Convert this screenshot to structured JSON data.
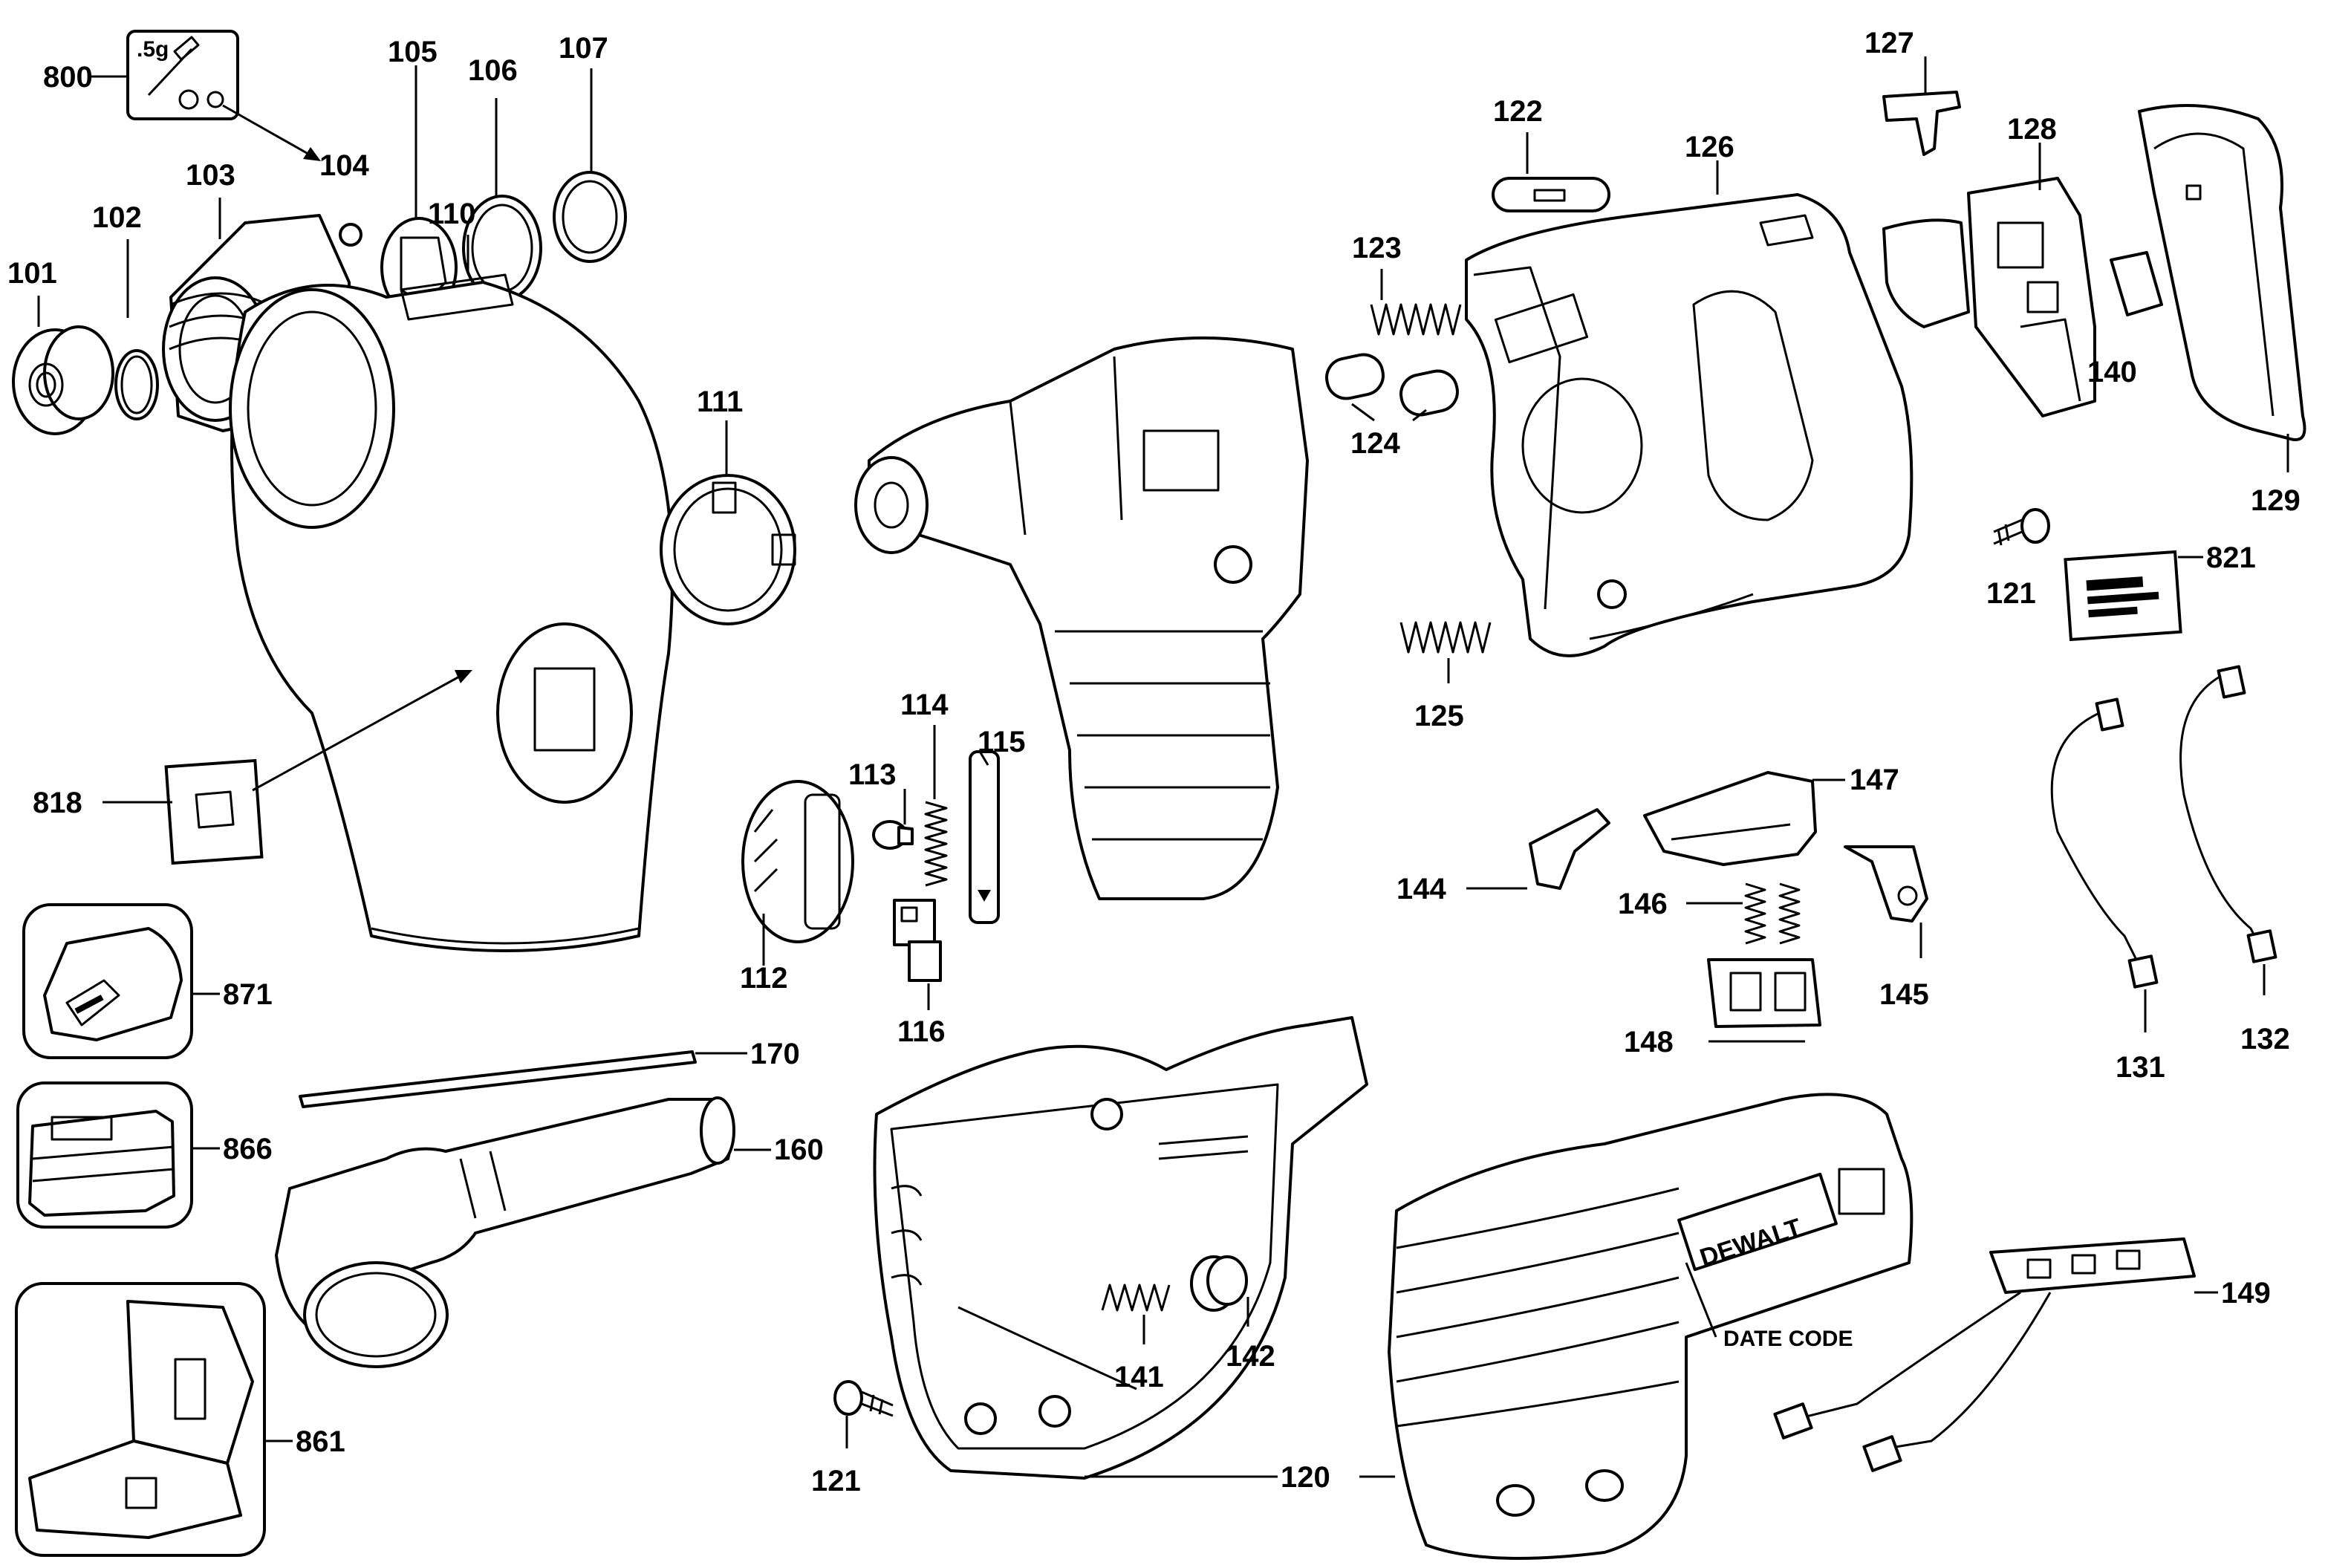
{
  "labels": {
    "l800": "800",
    "l5g": ".5g",
    "l101": "101",
    "l102": "102",
    "l103": "103",
    "l104": "104",
    "l105": "105",
    "l106": "106",
    "l107": "107",
    "l110": "110",
    "l111": "111",
    "l112": "112",
    "l113": "113",
    "l114": "114",
    "l115": "115",
    "l116": "116",
    "l120": "120",
    "l121a": "121",
    "l121b": "121",
    "l122": "122",
    "l123": "123",
    "l124": "124",
    "l125": "125",
    "l126": "126",
    "l127": "127",
    "l128": "128",
    "l129": "129",
    "l131": "131",
    "l132": "132",
    "l140": "140",
    "l141": "141",
    "l142": "142",
    "l144": "144",
    "l145": "145",
    "l146": "146",
    "l147": "147",
    "l148": "148",
    "l149": "149",
    "l160": "160",
    "l170": "170",
    "l818": "818",
    "l821": "821",
    "l861": "861",
    "l866": "866",
    "l871": "871",
    "date_code": "DATE CODE",
    "brand": "DEWALT"
  }
}
